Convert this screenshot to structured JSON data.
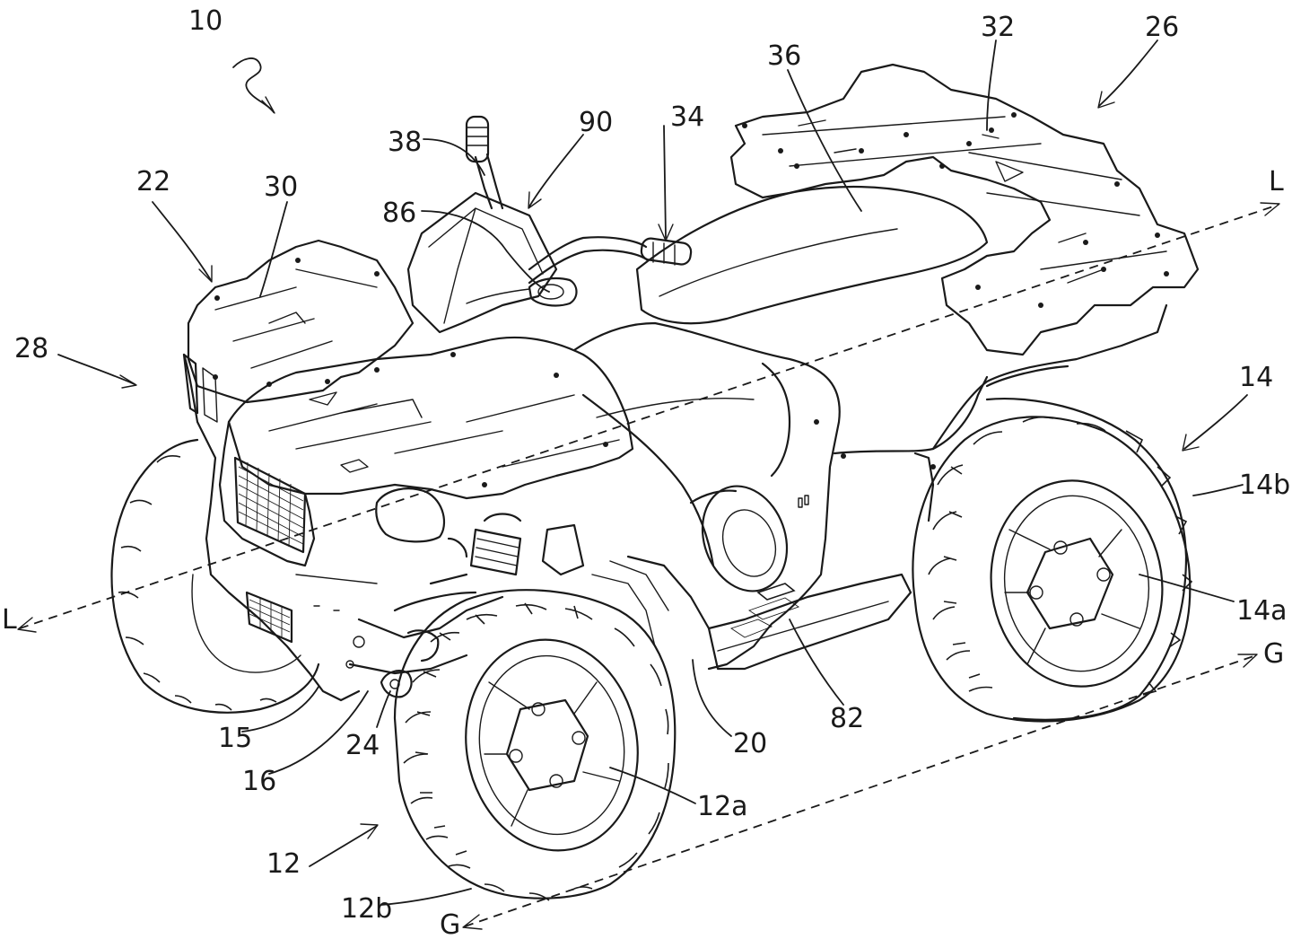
{
  "figure": {
    "ink_color": "#1a1a1a",
    "background_color": "#ffffff"
  },
  "labels": {
    "l10": "10",
    "l22": "22",
    "l30": "30",
    "l28": "28",
    "l38": "38",
    "l86": "86",
    "l90": "90",
    "l34": "34",
    "l36": "36",
    "l32": "32",
    "l26": "26",
    "l14": "14",
    "l14b": "14b",
    "l14a": "14a",
    "l82": "82",
    "l20": "20",
    "l24": "24",
    "l16": "16",
    "l15": "15",
    "l12": "12",
    "l12a": "12a",
    "l12b": "12b",
    "axis_L_left": "L",
    "axis_L_right": "L",
    "axis_G_right": "G",
    "axis_G_bottom": "G"
  }
}
